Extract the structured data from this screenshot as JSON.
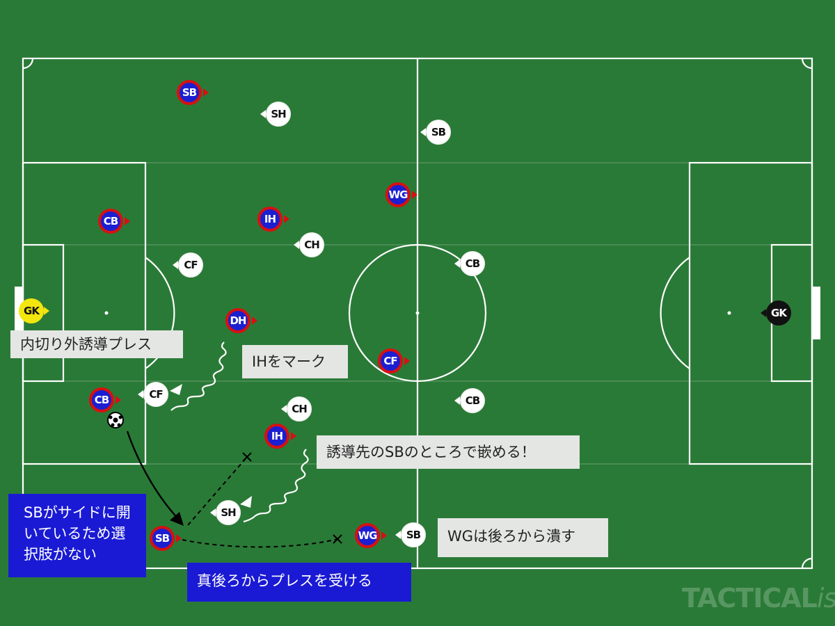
{
  "players": [
    {
      "id": "blue-sb-top",
      "text": "SB",
      "team": "blue",
      "facing": "right"
    },
    {
      "id": "white-sh-top",
      "text": "SH",
      "team": "white",
      "facing": "left"
    },
    {
      "id": "white-sb-top",
      "text": "SB",
      "team": "white",
      "facing": "left"
    },
    {
      "id": "blue-wg-top",
      "text": "WG",
      "team": "blue",
      "facing": "right"
    },
    {
      "id": "blue-cb-top",
      "text": "CB",
      "team": "blue",
      "facing": "right"
    },
    {
      "id": "blue-ih-top",
      "text": "IH",
      "team": "blue",
      "facing": "right"
    },
    {
      "id": "white-ch-top",
      "text": "CH",
      "team": "white",
      "facing": "left"
    },
    {
      "id": "white-cf-top",
      "text": "CF",
      "team": "white",
      "facing": "left"
    },
    {
      "id": "white-cb-right-top",
      "text": "CB",
      "team": "white",
      "facing": "left"
    },
    {
      "id": "gk-yellow",
      "text": "GK",
      "team": "yellow",
      "facing": "right"
    },
    {
      "id": "gk-black",
      "text": "GK",
      "team": "black",
      "facing": "left"
    },
    {
      "id": "blue-dh",
      "text": "DH",
      "team": "blue",
      "facing": "right"
    },
    {
      "id": "blue-cf",
      "text": "CF",
      "team": "blue",
      "facing": "right"
    },
    {
      "id": "blue-cb-ball",
      "text": "CB",
      "team": "blue",
      "facing": "right"
    },
    {
      "id": "white-cf-press",
      "text": "CF",
      "team": "white",
      "facing": "left"
    },
    {
      "id": "white-cb-right-bottom",
      "text": "CB",
      "team": "white",
      "facing": "left"
    },
    {
      "id": "white-ch-bottom",
      "text": "CH",
      "team": "white",
      "facing": "left"
    },
    {
      "id": "blue-ih-bottom",
      "text": "IH",
      "team": "blue",
      "facing": "right"
    },
    {
      "id": "white-sh-bottom",
      "text": "SH",
      "team": "white",
      "facing": "left"
    },
    {
      "id": "blue-sb-bottom",
      "text": "SB",
      "team": "blue",
      "facing": "right"
    },
    {
      "id": "blue-wg-bottom",
      "text": "WG",
      "team": "blue",
      "facing": "right"
    },
    {
      "id": "white-sb-bottom",
      "text": "SB",
      "team": "white",
      "facing": "left"
    }
  ],
  "labels": {
    "pressure_type": "内切り外誘導プレス",
    "ih_mark": "IHをマーク",
    "trap": "誘導先のSBのところで嵌める！",
    "sb_no_options": "SBがサイドに開いているため選択肢がない",
    "press_from_behind": "真後ろからプレスを受ける",
    "wg_from_behind": "WGは後ろから潰す"
  },
  "watermark": {
    "main": "TACTICAL",
    "italic": "ista"
  },
  "colors": {
    "pitch": "#2a7a37",
    "pitch_stripe": "#2f8a3c",
    "line": "#ffffff",
    "blue_team": "#1b1fd0",
    "blue_team_ring": "#d81010",
    "white_team": "#ffffff",
    "goalkeeper_blue_side": "#f3e60e",
    "goalkeeper_white_side": "#111111",
    "label_light": "#e4e6e4",
    "label_blue": "#1a1ad4"
  }
}
